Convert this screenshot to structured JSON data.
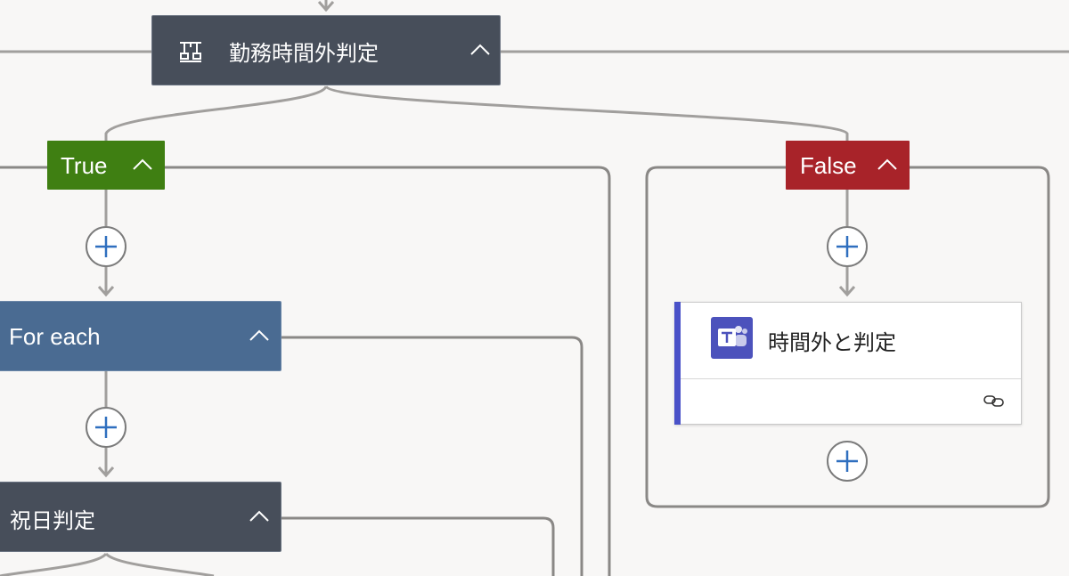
{
  "condition": {
    "title": "勤務時間外判定",
    "icon": "condition-icon"
  },
  "branches": {
    "true": {
      "label": "True",
      "color": "#3f7f12"
    },
    "false": {
      "label": "False",
      "color": "#a82329"
    }
  },
  "foreach": {
    "title": "For each",
    "color": "#4a6b92"
  },
  "holiday": {
    "title": "祝日判定"
  },
  "teams_action": {
    "title": "時間外と判定",
    "icon": "teams-icon",
    "accent": "#4a52c8"
  },
  "icons": {
    "collapse": "chevron-up-icon",
    "add": "plus-icon",
    "link": "link-icon"
  },
  "colors": {
    "canvas": "#f8f7f6",
    "connector": "#a19f9d",
    "scope_border": "#8a8886",
    "add_plus": "#2f6fbf"
  }
}
